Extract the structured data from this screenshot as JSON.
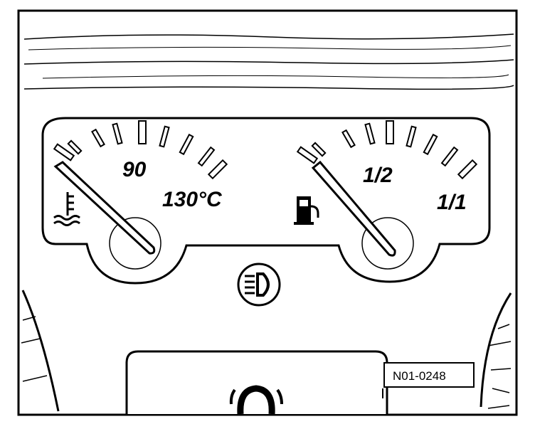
{
  "figure": {
    "part_number": "N01-0248"
  },
  "temperature_gauge": {
    "icon": "coolant-temperature-icon",
    "mid_label": "90",
    "max_label": "130°C",
    "needle_level": "cold (minimum)"
  },
  "fuel_gauge": {
    "icon": "fuel-pump-icon",
    "mid_label": "1/2",
    "max_label": "1/1",
    "needle_level": "empty (minimum)"
  },
  "warning_lamps": {
    "center_icon": "headlight-high-beam-icon",
    "lower_icon": "brake-warning-icon"
  },
  "colors": {
    "line": "#000000",
    "background": "#ffffff"
  }
}
